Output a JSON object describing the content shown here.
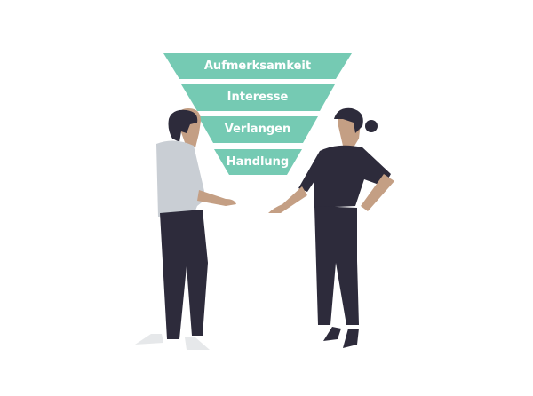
{
  "funnel": {
    "stages": [
      {
        "label": "Aufmerksamkeit"
      },
      {
        "label": "Interesse"
      },
      {
        "label": "Verlangen"
      },
      {
        "label": "Handlung"
      }
    ]
  },
  "colors": {
    "funnel": "#75cab3",
    "dark": "#2d2b3b",
    "skin": "#c49f84",
    "shirt": "#c9ced4",
    "shoe": "#e6e8ea"
  }
}
